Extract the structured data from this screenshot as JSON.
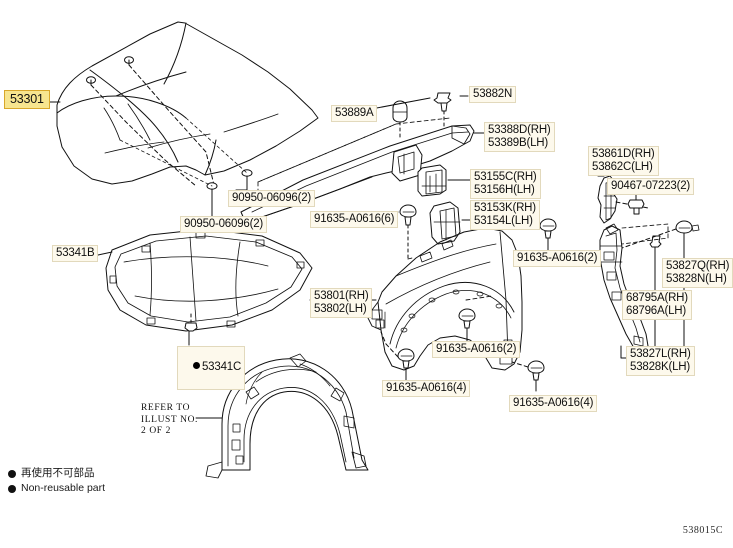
{
  "diagram": {
    "code": "538015C",
    "refer_note": "REFER TO\nILLUST NO.\n2 OF 2",
    "legend": [
      {
        "marker": "filled-circle",
        "text": "再使用不可部品"
      },
      {
        "marker": "filled-circle",
        "text": "Non-reusable part"
      }
    ]
  },
  "labels": {
    "hood": "53301",
    "hood_bumper_left": "90950-06096(2)",
    "hood_bumper_right": "90950-06096(2)",
    "hood_insulator": "53341B",
    "hood_insulator_clip": "53341C",
    "hood_insulator_clip_marker": "●",
    "cowl_seal": "53889A",
    "clip_53882n": "53882N",
    "hood_to_fender_seal": "53388D(RH)\n53389B(LH)",
    "seal_retainer": "53155C(RH)\n53156H(LH)",
    "fender_pad": "53153K(RH)\n53154L(LH)",
    "screw_6": "91635-A0616(6)",
    "fender_panel": "53801(RH)\n53802(LH)",
    "screw_2_mid": "91635-A0616(2)",
    "screw_4_left": "91635-A0616(4)",
    "screw_2_upper_right": "91635-A0616(2)",
    "screw_4_lower_right": "91635-A0616(4)",
    "bracket_upper": "53861D(RH)\n53862C(LH)",
    "bolt_90467": "90467-07223(2)",
    "bracket_clip": "53827Q(RH)\n53828N(LH)",
    "bracket_mid": "68795A(RH)\n68796A(LH)",
    "bracket_lower": "53827L(RH)\n53828K(LH)"
  }
}
